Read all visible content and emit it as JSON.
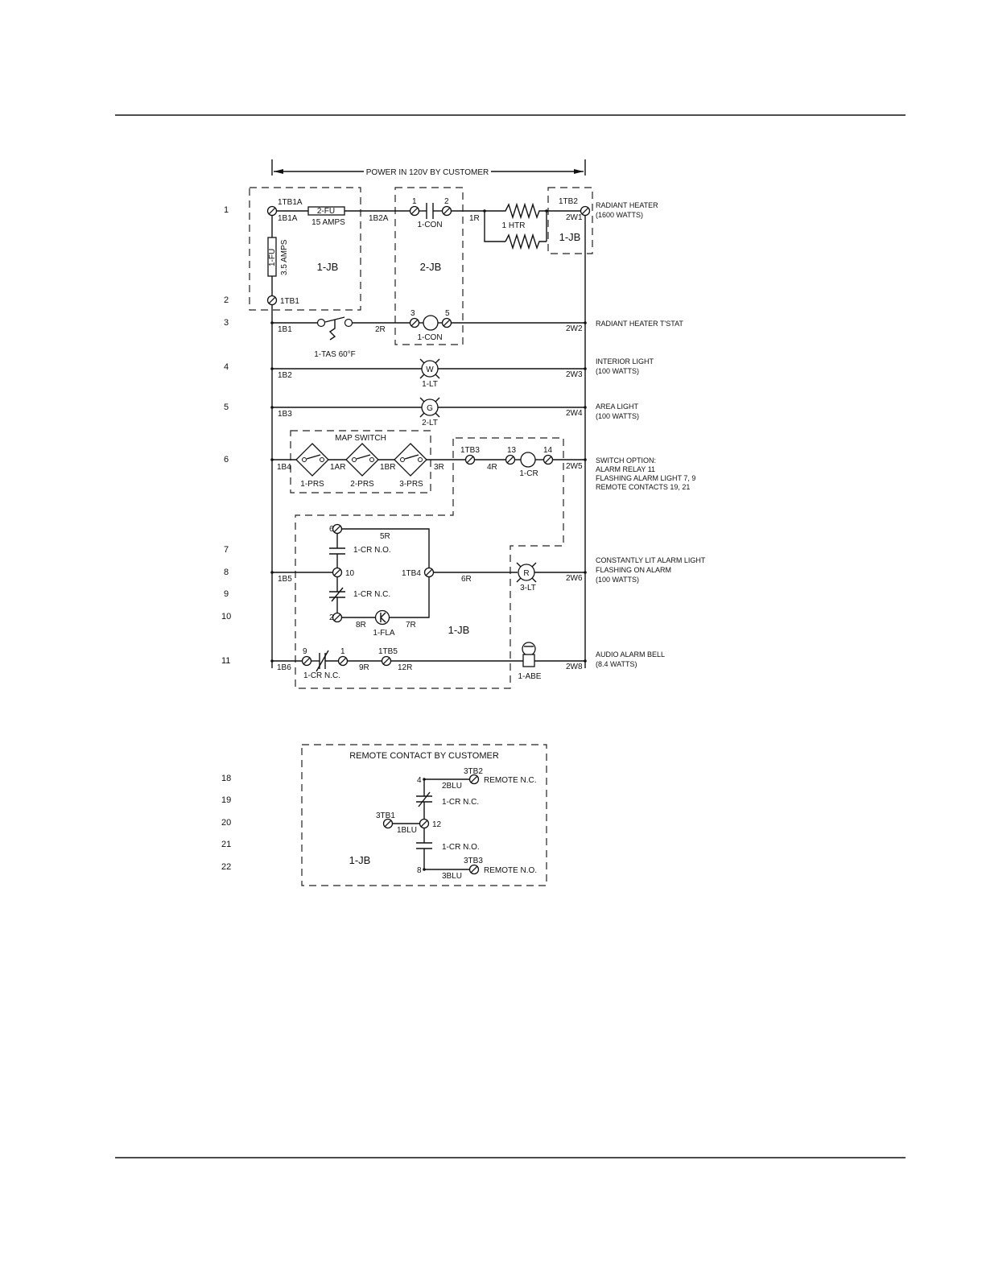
{
  "power_label": "POWER IN 120V BY CUSTOMER",
  "row_numbers": [
    "1",
    "2",
    "3",
    "4",
    "5",
    "6",
    "7",
    "8",
    "9",
    "10",
    "11",
    "18",
    "19",
    "20",
    "21",
    "22"
  ],
  "labels": {
    "tb1a": "1TB1A",
    "b1a": "1B1A",
    "fu2": "2-FU",
    "amps15": "15 AMPS",
    "b2a": "1B2A",
    "fu1": "1-FU",
    "amps35": "3.5 AMPS",
    "jb1": "1-JB",
    "jb2": "2-JB",
    "tb1": "1TB1",
    "t1": "1",
    "t2": "2",
    "con": "1-CON",
    "r1": "1R",
    "htr": "1 HTR",
    "tb2": "1TB2",
    "w1": "2W1",
    "b1": "1B1",
    "r2": "2R",
    "tas": "1-TAS 60°F",
    "t3": "3",
    "t5": "5",
    "w2": "2W2",
    "b2": "1B2",
    "lt1": "1-LT",
    "w3": "2W3",
    "lamp_w": "W",
    "b3": "1B3",
    "lt2": "2-LT",
    "w4": "2W4",
    "lamp_g": "G",
    "map_switch": "MAP SWITCH",
    "b4": "1B4",
    "r1a": "1AR",
    "r1b": "1BR",
    "r3": "3R",
    "prs1": "1-PRS",
    "prs2": "2-PRS",
    "prs3": "3-PRS",
    "tb3": "1TB3",
    "t13": "13",
    "t14": "14",
    "r4": "4R",
    "cr": "1-CR",
    "w5": "2W5",
    "t6": "6",
    "r5": "5R",
    "cr_no": "1-CR N.O.",
    "b5": "1B5",
    "t10": "10",
    "tb4": "1TB4",
    "r6": "6R",
    "lamp_r": "R",
    "lt3": "3-LT",
    "w6": "2W6",
    "cr_nc": "1-CR N.C.",
    "t2b": "2",
    "r8": "8R",
    "r7": "7R",
    "fla": "1-FLA",
    "b6": "1B6",
    "t9": "9",
    "t1b": "1",
    "tb5": "1TB5",
    "r9": "9R",
    "r12": "12R",
    "abe": "1-ABE",
    "w8": "2W8"
  },
  "right_labels": {
    "radiant_heater": [
      "RADIANT HEATER",
      "(1600 WATTS)"
    ],
    "tstat": [
      "RADIANT HEATER T'STAT"
    ],
    "interior": [
      "INTERIOR LIGHT",
      "(100 WATTS)"
    ],
    "area": [
      "AREA LIGHT",
      "(100 WATTS)"
    ],
    "switch": [
      "SWITCH OPTION:",
      "ALARM RELAY 11",
      "FLASHING ALARM LIGHT 7, 9",
      "REMOTE CONTACTS 19, 21"
    ],
    "alarm_light": [
      "CONSTANTLY LIT ALARM LIGHT",
      "FLASHING ON ALARM",
      "(100 WATTS)"
    ],
    "bell": [
      "AUDIO ALARM BELL",
      "(8.4 WATTS)"
    ]
  },
  "remote": {
    "title": "REMOTE CONTACT BY CUSTOMER",
    "tb2": "3TB2",
    "t4": "4",
    "blu2": "2BLU",
    "remote_nc": "REMOTE N.C.",
    "cr_nc": "1-CR N.C.",
    "tb1": "3TB1",
    "blu1": "1BLU",
    "t12": "12",
    "cr_no": "1-CR N.O.",
    "tb3": "3TB3",
    "t8": "8",
    "blu3": "3BLU",
    "remote_no": "REMOTE N.O.",
    "jb": "1-JB"
  }
}
